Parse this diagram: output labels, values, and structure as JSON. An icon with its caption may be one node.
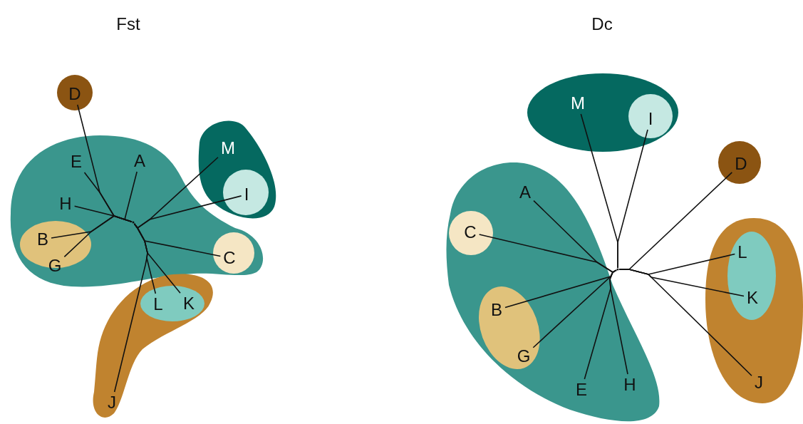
{
  "diagram": {
    "nodes": [
      {
        "text": [],
        "shape": "circle"
      },
      {
        "text": [
          "D"
        ],
        "in": 0
      },
      {
        "text": [],
        "shape": "blob"
      },
      {
        "text": [
          "E"
        ],
        "in": 2
      },
      {
        "text": [
          "A"
        ],
        "in": 2
      },
      {
        "text": [
          "H"
        ],
        "in": 2
      },
      {
        "text": [],
        "shape": "ellipse",
        "in": 2
      },
      {
        "text": [
          "B"
        ],
        "in": 6
      },
      {
        "text": [
          "G"
        ],
        "in": 6
      },
      {
        "text": [],
        "shape": "circle",
        "in": 2
      },
      {
        "text": [
          "C"
        ],
        "in": 9
      },
      {
        "text": [],
        "shape": "blob"
      },
      {
        "text": [
          "M"
        ],
        "in": 11
      },
      {
        "text": [],
        "shape": "circle",
        "in": 11
      },
      {
        "text": [
          "I"
        ],
        "in": 13
      },
      {
        "text": [],
        "shape": "blob"
      },
      {
        "text": [],
        "shape": "ellipse",
        "in": 15
      },
      {
        "text": [
          "L"
        ],
        "in": 16
      },
      {
        "text": [
          "K"
        ],
        "in": 16
      },
      {
        "text": [
          "J"
        ],
        "in": 15
      },
      {
        "text": [],
        "shape": "ellipse"
      },
      {
        "text": [
          "M"
        ],
        "in": 20
      },
      {
        "text": [],
        "shape": "circle",
        "in": 20
      },
      {
        "text": [
          "I"
        ],
        "in": 22
      },
      {
        "text": [],
        "shape": "circle"
      },
      {
        "text": [
          "D"
        ],
        "in": 24
      },
      {
        "text": [],
        "shape": "blob"
      },
      {
        "text": [
          "A"
        ],
        "in": 26
      },
      {
        "text": [],
        "shape": "circle",
        "in": 26
      },
      {
        "text": [
          "C"
        ],
        "in": 28
      },
      {
        "text": [],
        "shape": "ellipse",
        "in": 26
      },
      {
        "text": [
          "B"
        ],
        "in": 30
      },
      {
        "text": [
          "G"
        ],
        "in": 30
      },
      {
        "text": [
          "E"
        ],
        "in": 26
      },
      {
        "text": [
          "H"
        ],
        "in": 26
      },
      {
        "text": [],
        "shape": "blob"
      },
      {
        "text": [],
        "shape": "ellipse",
        "in": 35
      },
      {
        "text": [
          "L"
        ],
        "in": 36
      },
      {
        "text": [
          "K"
        ],
        "in": 36
      },
      {
        "text": [
          "J"
        ],
        "in": 35
      },
      {
        "text": [],
        "shape": "dot",
        "in": 2
      },
      {
        "text": [],
        "shape": "dot"
      }
    ],
    "edges": [
      {
        "from": 1,
        "to": 40,
        "arrow": "none"
      },
      {
        "from": 3,
        "to": 40,
        "arrow": "none"
      },
      {
        "from": 4,
        "to": 40,
        "arrow": "none"
      },
      {
        "from": 5,
        "to": 40,
        "arrow": "none"
      },
      {
        "from": 7,
        "to": 40,
        "arrow": "none"
      },
      {
        "from": 8,
        "to": 40,
        "arrow": "none"
      },
      {
        "from": 10,
        "to": 40,
        "arrow": "none"
      },
      {
        "from": 12,
        "to": 40,
        "arrow": "none"
      },
      {
        "from": 14,
        "to": 40,
        "arrow": "none"
      },
      {
        "from": 17,
        "to": 40,
        "arrow": "none"
      },
      {
        "from": 18,
        "to": 40,
        "arrow": "none"
      },
      {
        "from": 19,
        "to": 40,
        "arrow": "none"
      },
      {
        "from": 21,
        "to": 41,
        "arrow": "none"
      },
      {
        "from": 23,
        "to": 41,
        "arrow": "none"
      },
      {
        "from": 25,
        "to": 41,
        "arrow": "none"
      },
      {
        "from": 27,
        "to": 41,
        "arrow": "none"
      },
      {
        "from": 29,
        "to": 41,
        "arrow": "none"
      },
      {
        "from": 31,
        "to": 41,
        "arrow": "none"
      },
      {
        "from": 32,
        "to": 41,
        "arrow": "none"
      },
      {
        "from": 33,
        "to": 41,
        "arrow": "none"
      },
      {
        "from": 34,
        "to": 41,
        "arrow": "none"
      },
      {
        "from": 37,
        "to": 41,
        "arrow": "none"
      },
      {
        "from": 38,
        "to": 41,
        "arrow": "none"
      },
      {
        "from": 39,
        "to": 41,
        "arrow": "none"
      }
    ],
    "labels": [
      "Fst",
      "Dc"
    ]
  }
}
